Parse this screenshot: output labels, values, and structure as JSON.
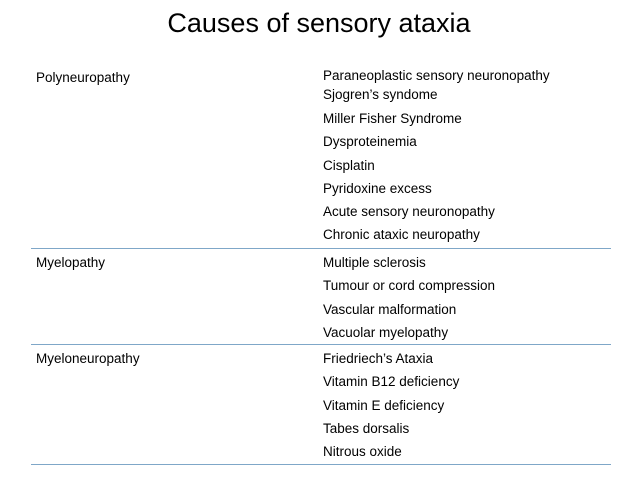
{
  "title": "Causes of sensory ataxia",
  "table": {
    "rows": [
      {
        "category": "Polyneuropathy",
        "causes": [
          "Paraneoplastic sensory neuronopathy",
          "Sjogren’s syndome",
          "Miller Fisher Syndrome",
          "Dysproteinemia",
          "Cisplatin",
          "Pyridoxine excess",
          "Acute sensory neuronopathy",
          "Chronic ataxic neuropathy"
        ]
      },
      {
        "category": "Myelopathy",
        "causes": [
          "Multiple sclerosis",
          "Tumour or cord compression",
          "Vascular malformation",
          "Vacuolar myelopathy"
        ]
      },
      {
        "category": "Myeloneuropathy",
        "causes": [
          "Friedriech’s Ataxia",
          "Vitamin B12 deficiency",
          "Vitamin E deficiency",
          "Tabes dorsalis",
          "Nitrous oxide"
        ]
      }
    ]
  },
  "colors": {
    "row_divider": "#7fa7c8",
    "text": "#000000",
    "background": "#ffffff"
  }
}
